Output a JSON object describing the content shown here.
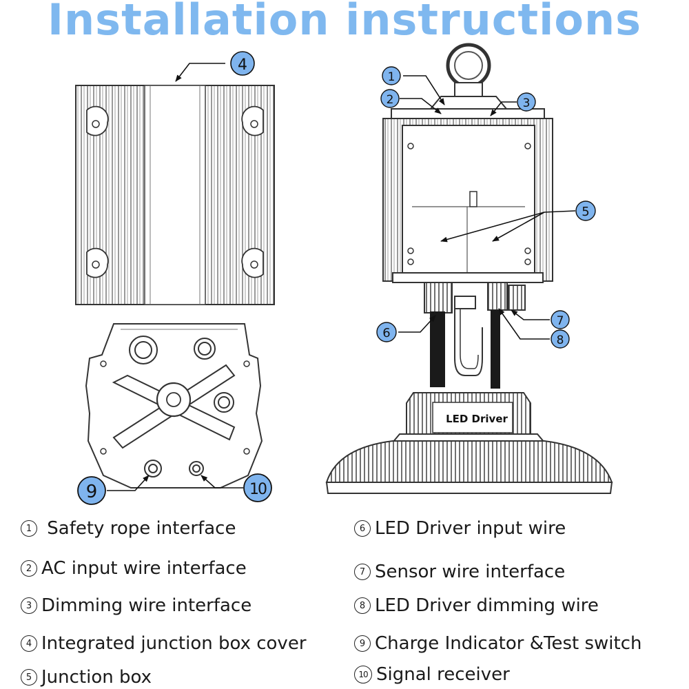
{
  "title": "Installation instructions",
  "driver_label": "LED Driver",
  "callouts": [
    {
      "num": "1",
      "target": "left-top-callout"
    },
    {
      "num": "2"
    },
    {
      "num": "3"
    },
    {
      "num": "4"
    },
    {
      "num": "5"
    },
    {
      "num": "6"
    },
    {
      "num": "7"
    },
    {
      "num": "8"
    },
    {
      "num": "9"
    },
    {
      "num": "10"
    }
  ],
  "legend": [
    {
      "num": "1",
      "text": "Safety rope interface"
    },
    {
      "num": "2",
      "text": "AC input wire interface"
    },
    {
      "num": "3",
      "text": "Dimming wire interface"
    },
    {
      "num": "4",
      "text": "Integrated junction box cover"
    },
    {
      "num": "5",
      "text": "Junction box"
    },
    {
      "num": "6",
      "text": "LED Driver input wire"
    },
    {
      "num": "7",
      "text": "Sensor wire interface"
    },
    {
      "num": "8",
      "text": "LED Driver dimming wire"
    },
    {
      "num": "9",
      "text": "Charge Indicator &Test switch"
    },
    {
      "num": "10",
      "text": "Signal receiver"
    }
  ],
  "colors": {
    "title": "#7fb8ef",
    "callout_fill": "#7fb4ee",
    "line": "#444444"
  }
}
